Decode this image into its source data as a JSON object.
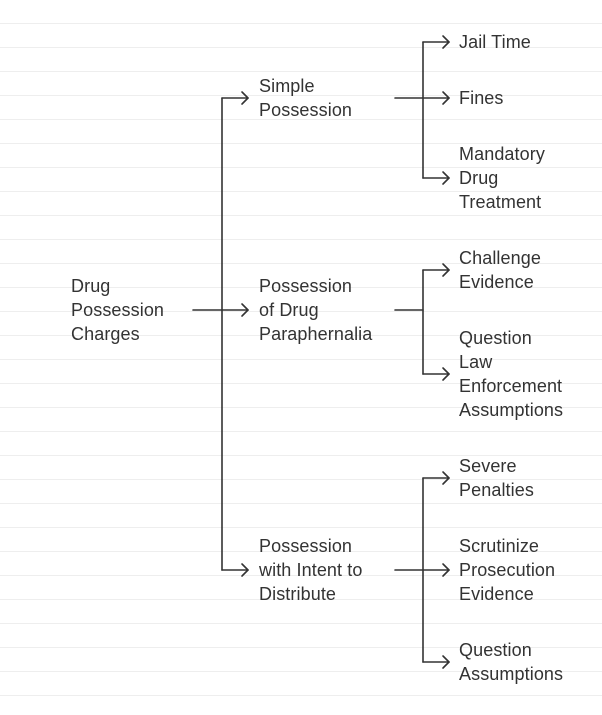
{
  "nodes": {
    "root": [
      "Drug",
      "Possession",
      "Charges"
    ],
    "simple": [
      "Simple",
      "Possession"
    ],
    "paraphernalia": [
      "Possession",
      "of Drug",
      "Paraphernalia"
    ],
    "intent": [
      "Possession",
      "with Intent to",
      "Distribute"
    ],
    "jail": [
      "Jail Time"
    ],
    "fines": [
      "Fines"
    ],
    "mandatory": [
      "Mandatory",
      "Drug",
      "Treatment"
    ],
    "challenge": [
      "Challenge",
      "Evidence"
    ],
    "question_le": [
      "Question",
      "Law",
      "Enforcement",
      "Assumptions"
    ],
    "severe": [
      "Severe",
      "Penalties"
    ],
    "scrutinize": [
      "Scrutinize",
      "Prosecution",
      "Evidence"
    ],
    "question_as": [
      "Question",
      "Assumptions"
    ]
  },
  "colors": {
    "line": "#333333",
    "text": "#333333",
    "background": "#ffffff",
    "grid": "#eeeeee"
  }
}
